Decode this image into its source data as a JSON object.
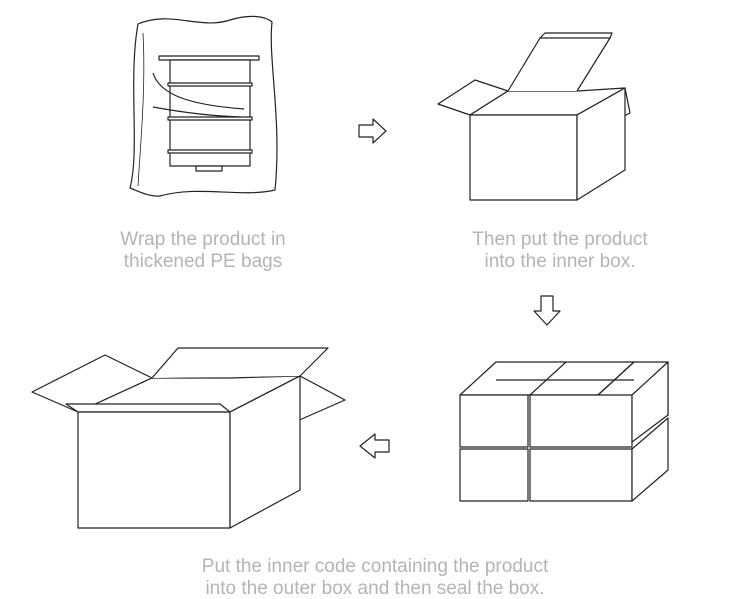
{
  "steps": [
    {
      "line1": "Wrap the product in",
      "line2": "thickened PE bags"
    },
    {
      "line1": "Then put the product",
      "line2": "into the inner box."
    },
    {
      "line1": "Put the inner code containing the product",
      "line2": "into the outer box and then seal the box."
    }
  ],
  "icons": [
    "pe-bag-icon",
    "arrow-right-icon",
    "open-inner-box-icon",
    "arrow-down-icon",
    "stacked-inner-boxes-icon",
    "arrow-left-icon",
    "open-outer-box-icon"
  ],
  "colors": {
    "caption": "#b4b4b4",
    "line": "#222222"
  }
}
